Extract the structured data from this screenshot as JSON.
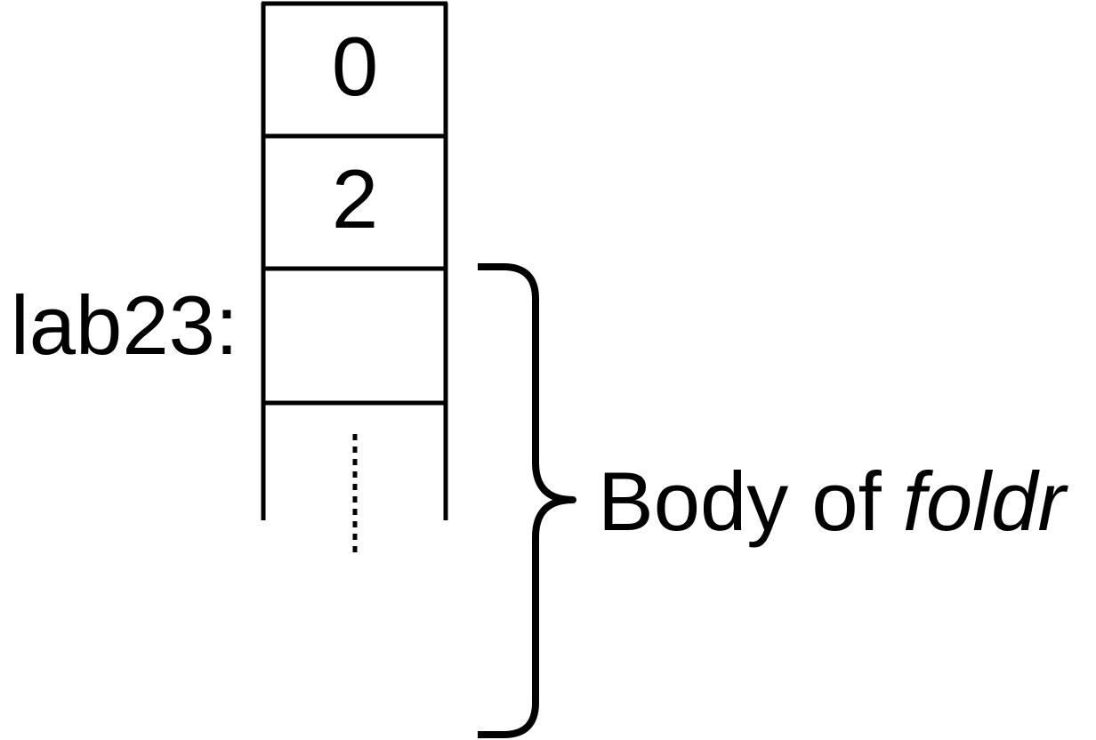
{
  "diagram": {
    "cells": [
      "0",
      "2",
      ""
    ],
    "label": "lab23:",
    "brace_text": "Body of",
    "brace_text_italic": "foldr",
    "stroke_color": "#000000",
    "background": "#ffffff"
  }
}
